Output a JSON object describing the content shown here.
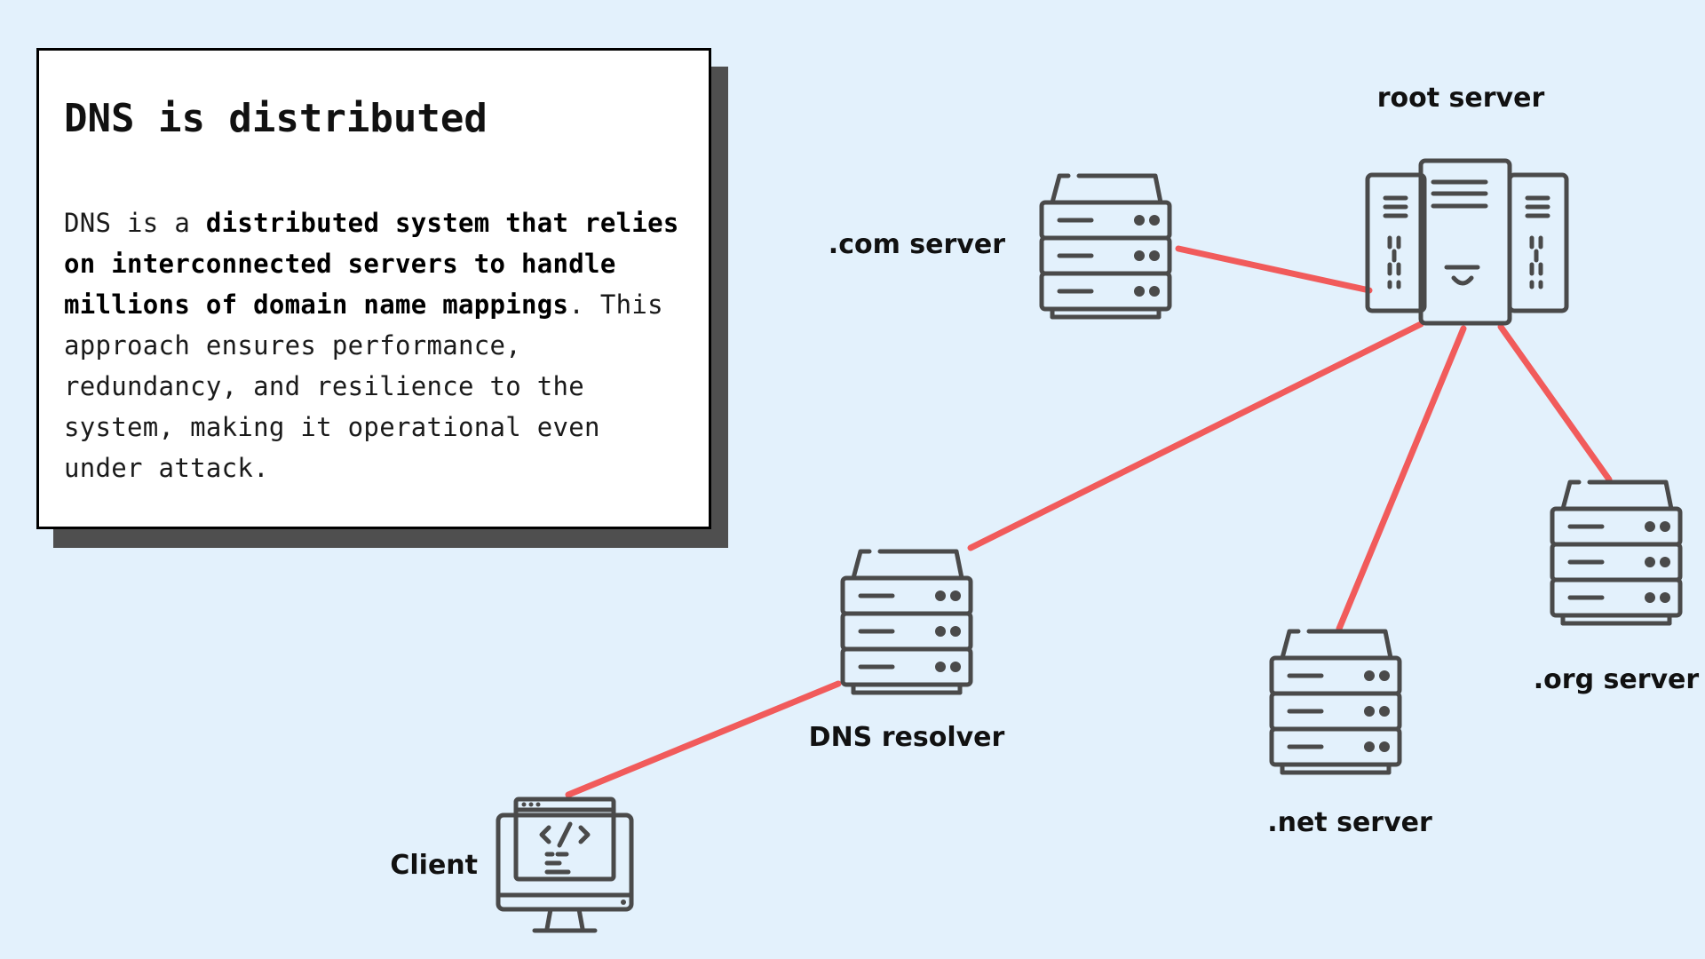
{
  "card": {
    "title": "DNS is distributed",
    "body_intro": "DNS is a ",
    "body_bold": "distributed system that relies on interconnected servers to handle millions of domain name mappings",
    "body_rest": ". This approach ensures performance, redundancy, and resilience to the system, making it operational even under attack."
  },
  "nodes": {
    "root": {
      "label": "root server",
      "icon": "server-tower-icon"
    },
    "com": {
      "label": ".com server",
      "icon": "server-rack-icon"
    },
    "org": {
      "label": ".org server",
      "icon": "server-rack-icon"
    },
    "net": {
      "label": ".net server",
      "icon": "server-rack-icon"
    },
    "resolver": {
      "label": "DNS resolver",
      "icon": "server-rack-icon"
    },
    "client": {
      "label": "Client",
      "icon": "computer-monitor-code-icon"
    }
  },
  "colors": {
    "background": "#e3f1fc",
    "link": "#f15b5b",
    "icon": "#4a4a4a",
    "card_shadow": "#4f4f4f"
  }
}
